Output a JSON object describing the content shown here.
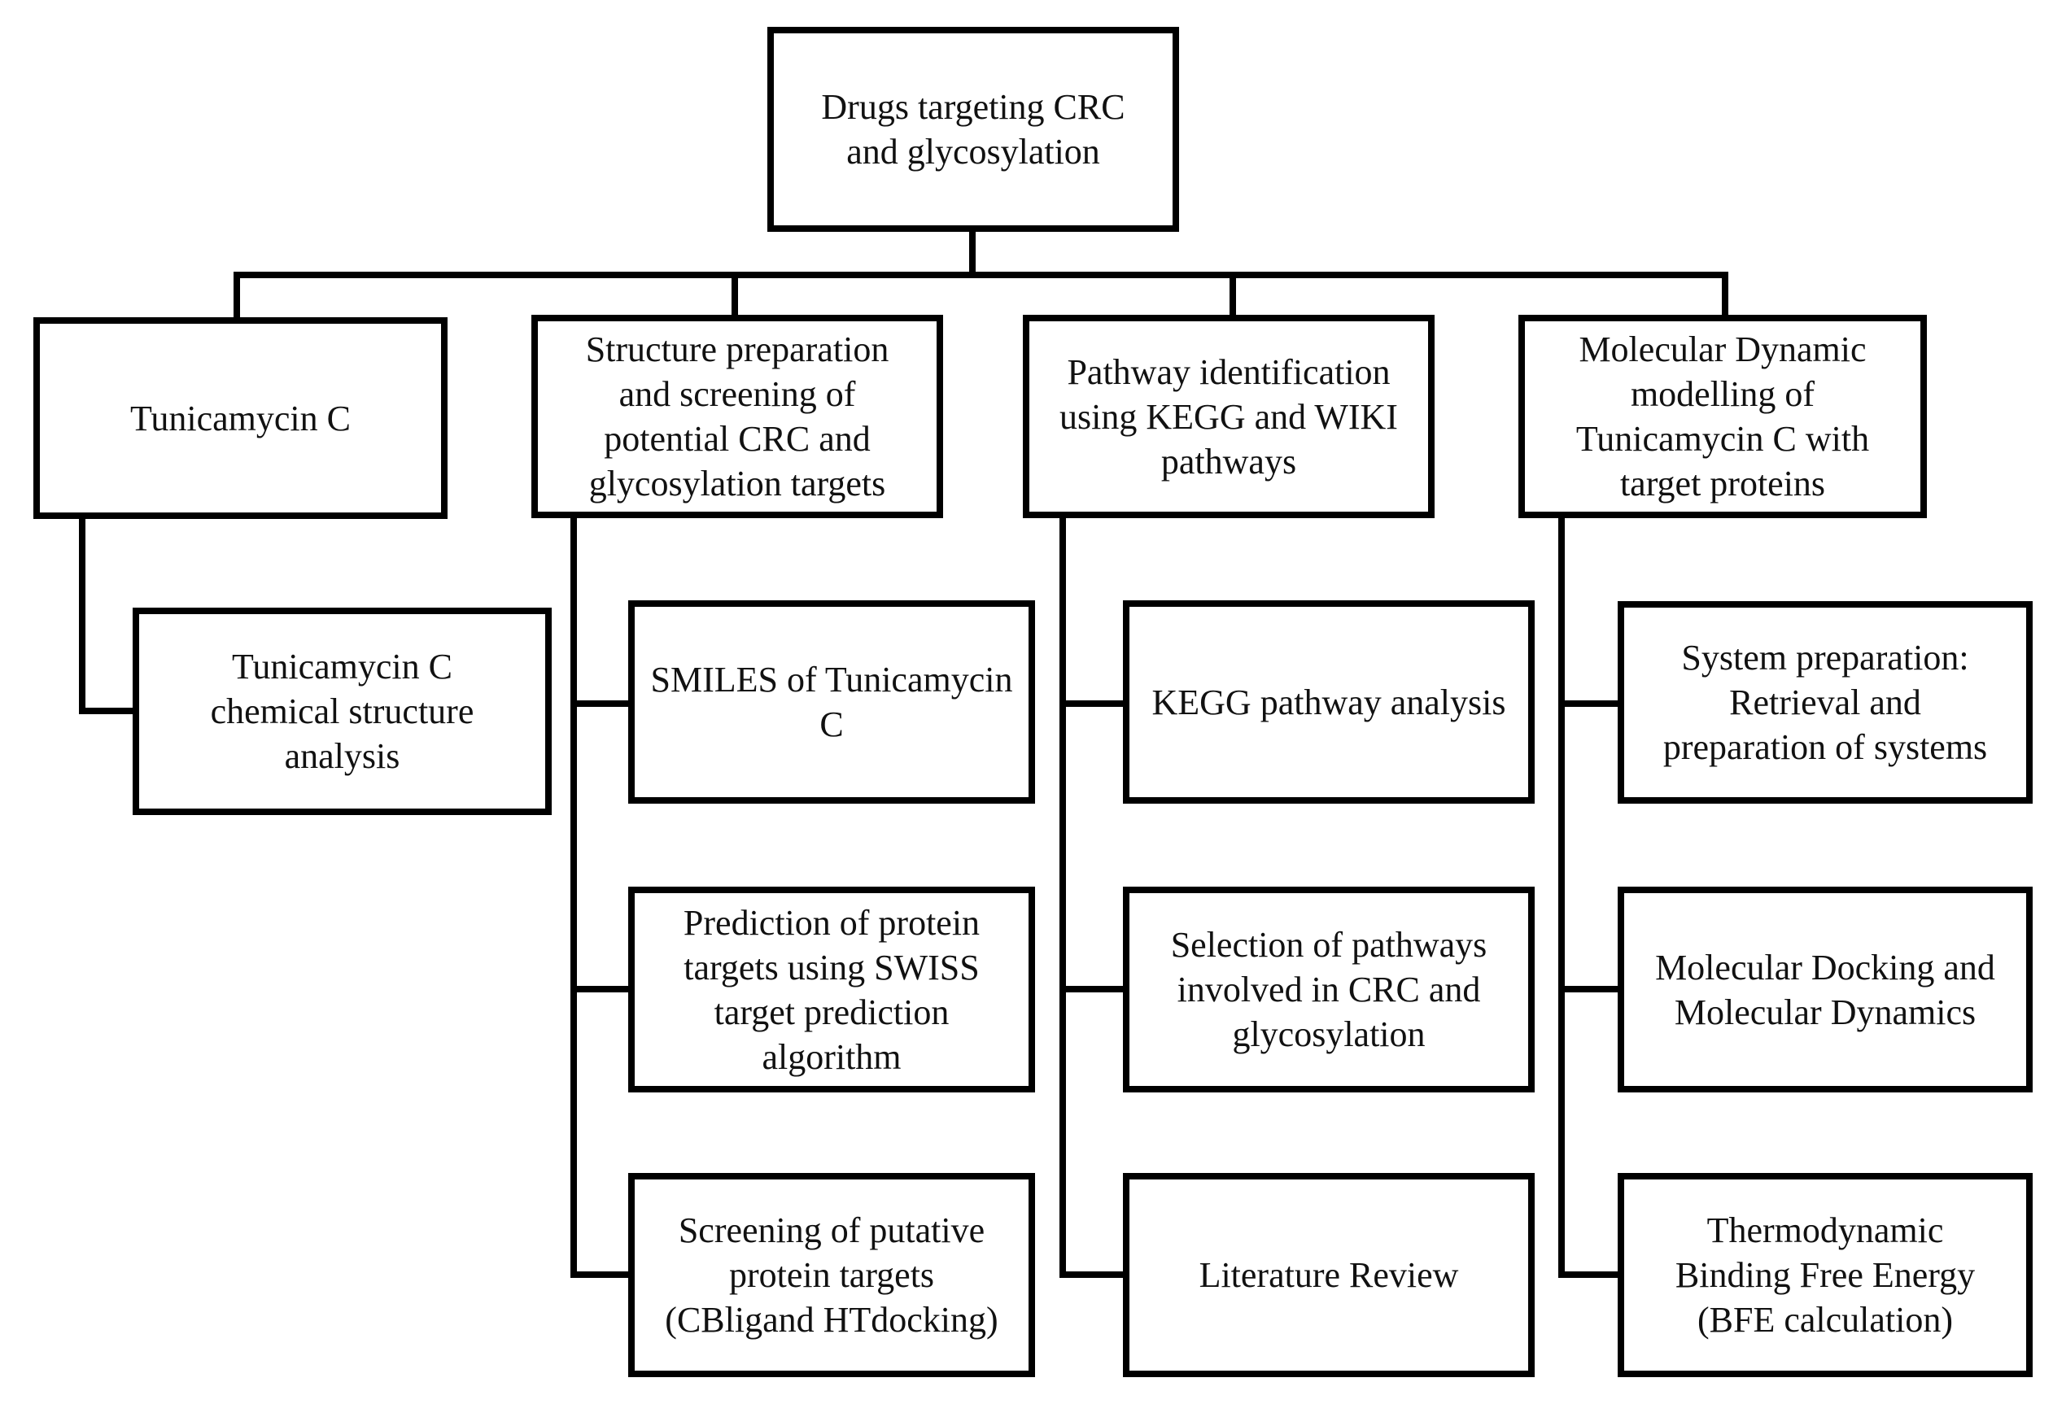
{
  "figure": {
    "type": "flowchart",
    "title": "Drugs targeting CRC and glycosylation workflow"
  },
  "colors": {
    "line": "#000000",
    "box_border": "#000000",
    "box_background": "#ffffff",
    "text": "#111111",
    "page_background": "#ffffff"
  },
  "diagram": {
    "root": {
      "label": "Drugs targeting CRC\nand glycosylation"
    },
    "branches": [
      {
        "header": "Tunicamycin C",
        "children": [
          "Tunicamycin C\nchemical structure\nanalysis"
        ]
      },
      {
        "header": "Structure preparation\nand screening of\npotential CRC and\nglycosylation targets",
        "children": [
          "SMILES of Tunicamycin\nC",
          "Prediction of protein\ntargets using SWISS\ntarget prediction\nalgorithm",
          "Screening of putative\nprotein targets\n(CBligand HTdocking)"
        ]
      },
      {
        "header": "Pathway identification\nusing KEGG and WIKI\npathways",
        "children": [
          "KEGG pathway analysis",
          "Selection of pathways\ninvolved in CRC and\nglycosylation",
          "Literature Review"
        ]
      },
      {
        "header": "Molecular Dynamic\nmodelling of\nTunicamycin C with\ntarget proteins",
        "children": [
          "System preparation:\nRetrieval and\npreparation of systems",
          "Molecular Docking and\nMolecular Dynamics",
          "Thermodynamic\nBinding Free Energy\n(BFE calculation)"
        ]
      }
    ]
  }
}
